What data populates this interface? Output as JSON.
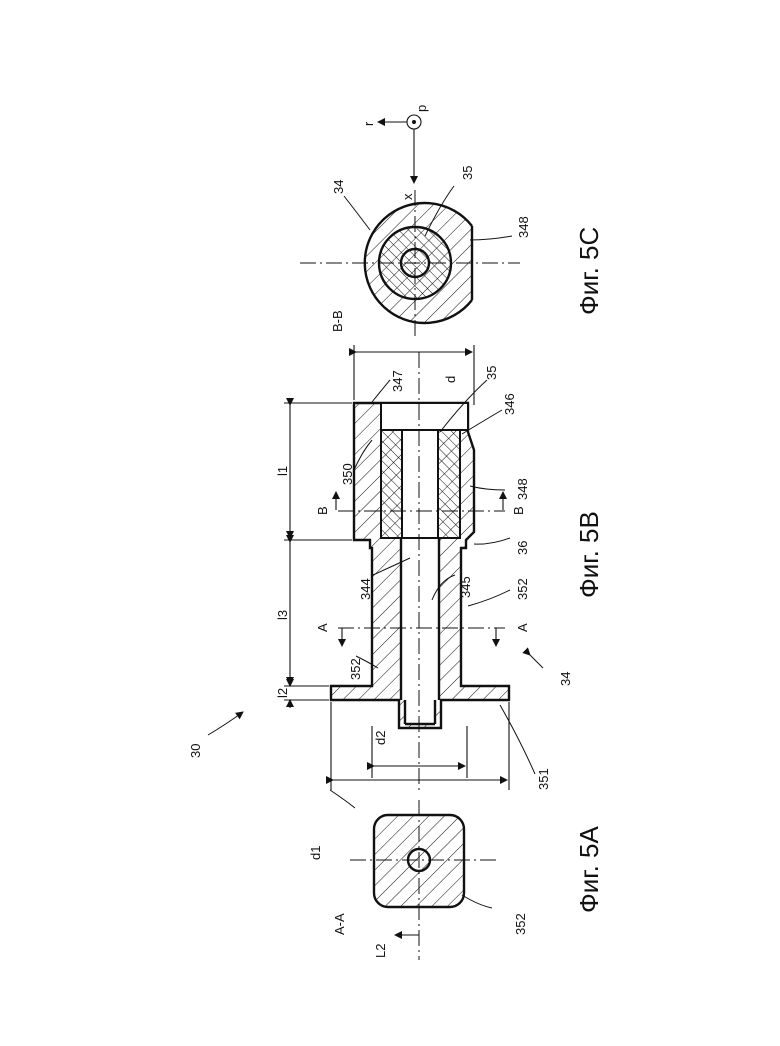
{
  "figure": {
    "ref_assembly": "30",
    "fig_a": {
      "caption": "Фиг. 5A",
      "section": "A-A",
      "labels": [
        "d1",
        "352",
        "L2"
      ]
    },
    "fig_b": {
      "caption": "Фиг. 5B",
      "section_a": "A",
      "section_b": "B",
      "labels": [
        "d2",
        "l2",
        "l3",
        "l1",
        "d",
        "344",
        "345",
        "352",
        "351",
        "34",
        "36",
        "348",
        "350",
        "347",
        "35",
        "346"
      ]
    },
    "fig_c": {
      "caption": "Фиг. 5C",
      "section": "B-B",
      "labels": [
        "34",
        "35",
        "348"
      ],
      "axes": [
        "r",
        "p",
        "x"
      ]
    }
  }
}
